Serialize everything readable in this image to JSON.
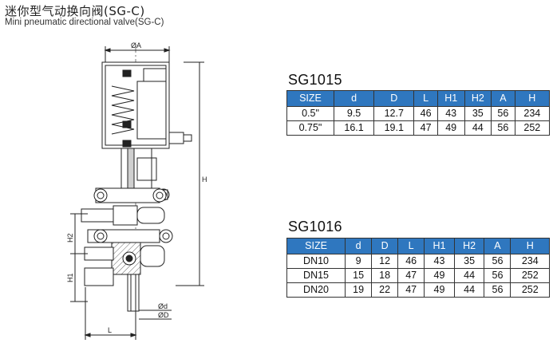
{
  "title": {
    "cn": "迷你型气动换向阀(SG-C)",
    "en": "Mini pneumatic directional valve(SG-C)"
  },
  "drawing_labels": {
    "A": "ØA",
    "H": "H",
    "H1": "H1",
    "H2": "H2",
    "d": "Ød",
    "D": "ØD",
    "L": "L"
  },
  "tables": [
    {
      "name": "SG1015",
      "headers": [
        "SIZE",
        "d",
        "D",
        "L",
        "H1",
        "H2",
        "A",
        "H"
      ],
      "rows": [
        [
          "0.5\"",
          "9.5",
          "12.7",
          "46",
          "43",
          "35",
          "56",
          "234"
        ],
        [
          "0.75\"",
          "16.1",
          "19.1",
          "47",
          "49",
          "44",
          "56",
          "252"
        ]
      ]
    },
    {
      "name": "SG1016",
      "headers": [
        "SIZE",
        "d",
        "D",
        "L",
        "H1",
        "H2",
        "A",
        "H"
      ],
      "rows": [
        [
          "DN10",
          "9",
          "12",
          "46",
          "43",
          "35",
          "56",
          "234"
        ],
        [
          "DN15",
          "15",
          "18",
          "47",
          "49",
          "44",
          "56",
          "252"
        ],
        [
          "DN20",
          "19",
          "22",
          "47",
          "49",
          "44",
          "56",
          "252"
        ]
      ]
    }
  ],
  "colors": {
    "header_bg": "#2f77bf",
    "header_text": "#ffffff"
  }
}
